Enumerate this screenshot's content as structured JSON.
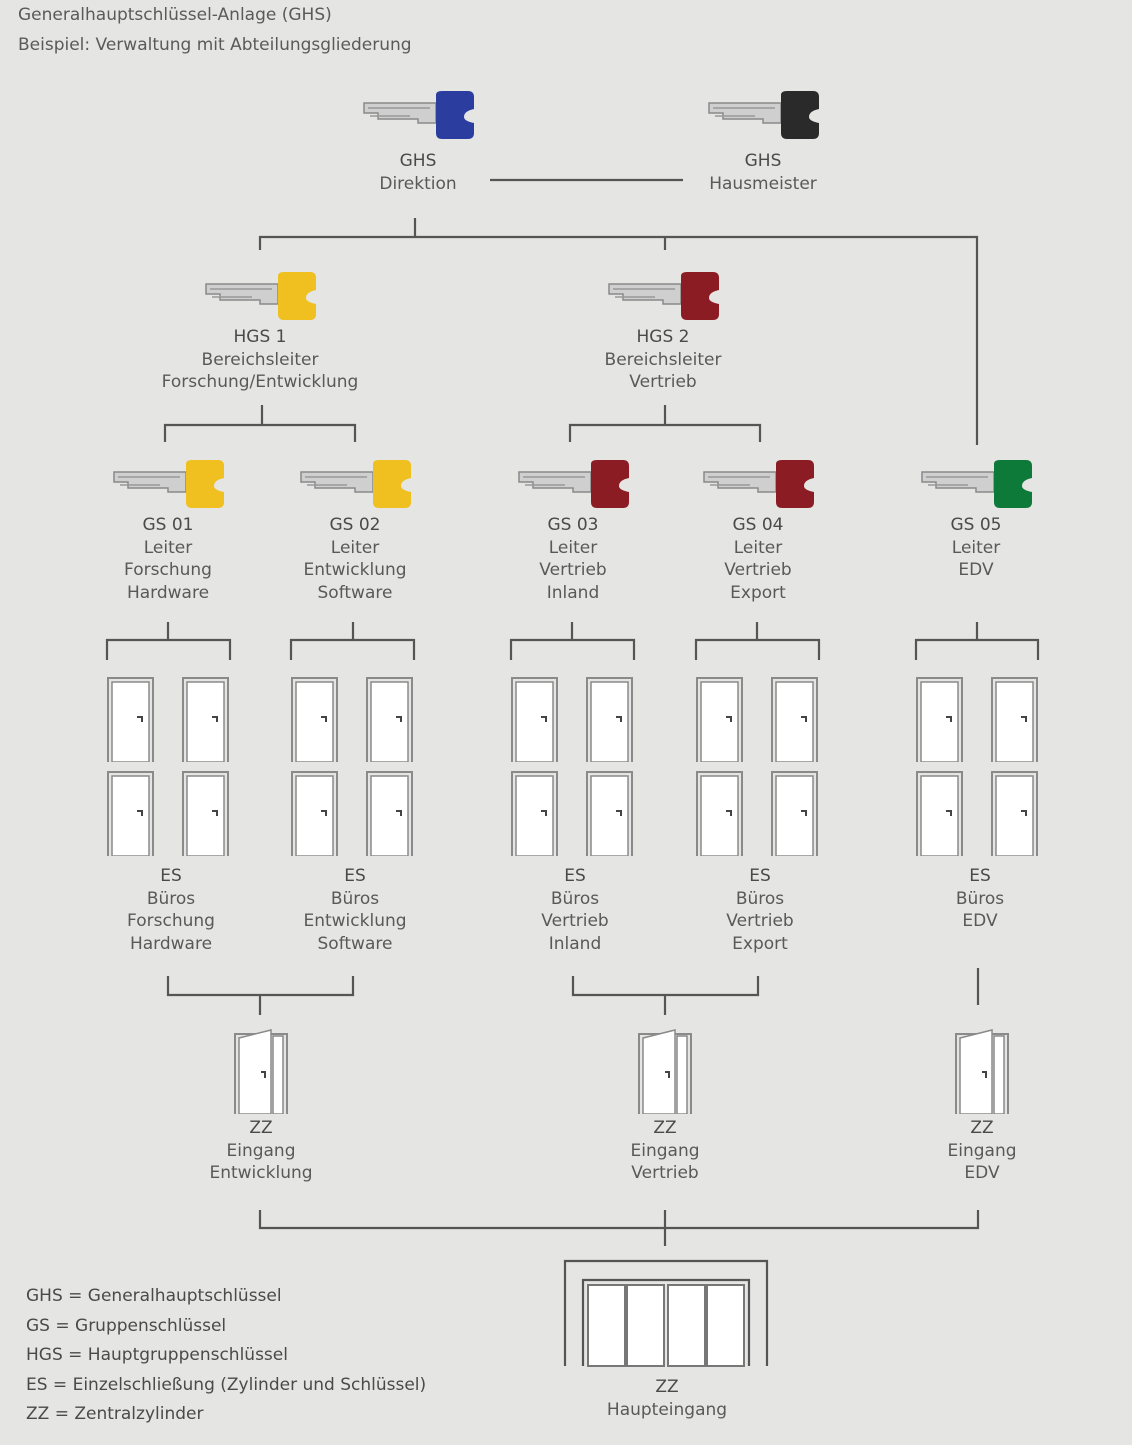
{
  "header": {
    "title": "Generalhauptschlüssel-Anlage (GHS)",
    "subtitle": "Beispiel: Verwaltung mit Abteilungsgliederung"
  },
  "colors": {
    "blue": "#2b3ea0",
    "black": "#2a2a2a",
    "yellow": "#f0c020",
    "red": "#8c1c24",
    "green": "#0d7a3a",
    "line": "#555555"
  },
  "keys": [
    {
      "id": "ghs-direktion",
      "color": "blue",
      "lines": [
        "GHS",
        "Direktion"
      ]
    },
    {
      "id": "ghs-hausmeister",
      "color": "black",
      "lines": [
        "GHS",
        "Hausmeister"
      ]
    },
    {
      "id": "hgs1",
      "color": "yellow",
      "lines": [
        "HGS 1",
        "Bereichsleiter",
        "Forschung/Entwicklung"
      ]
    },
    {
      "id": "hgs2",
      "color": "red",
      "lines": [
        "HGS 2",
        "Bereichsleiter",
        "Vertrieb"
      ]
    },
    {
      "id": "gs01",
      "color": "yellow",
      "lines": [
        "GS 01",
        "Leiter",
        "Forschung",
        "Hardware"
      ]
    },
    {
      "id": "gs02",
      "color": "yellow",
      "lines": [
        "GS 02",
        "Leiter",
        "Entwicklung",
        "Software"
      ]
    },
    {
      "id": "gs03",
      "color": "red",
      "lines": [
        "GS 03",
        "Leiter",
        "Vertrieb",
        "Inland"
      ]
    },
    {
      "id": "gs04",
      "color": "red",
      "lines": [
        "GS 04",
        "Leiter",
        "Vertrieb",
        "Export"
      ]
    },
    {
      "id": "gs05",
      "color": "green",
      "lines": [
        "GS 05",
        "Leiter",
        "EDV"
      ]
    }
  ],
  "offices": [
    {
      "lines": [
        "ES",
        "Büros",
        "Forschung",
        "Hardware"
      ]
    },
    {
      "lines": [
        "ES",
        "Büros",
        "Entwicklung",
        "Software"
      ]
    },
    {
      "lines": [
        "ES",
        "Büros",
        "Vertrieb",
        "Inland"
      ]
    },
    {
      "lines": [
        "ES",
        "Büros",
        "Vertrieb",
        "Export"
      ]
    },
    {
      "lines": [
        "ES",
        "Büros",
        "EDV"
      ]
    }
  ],
  "entrances": [
    {
      "lines": [
        "ZZ",
        "Eingang",
        "Entwicklung"
      ]
    },
    {
      "lines": [
        "ZZ",
        "Eingang",
        "Vertrieb"
      ]
    },
    {
      "lines": [
        "ZZ",
        "Eingang",
        "EDV"
      ]
    }
  ],
  "main_entrance": {
    "lines": [
      "ZZ",
      "Haupteingang"
    ]
  },
  "legend": [
    "GHS = Generalhauptschlüssel",
    "GS = Gruppenschlüssel",
    "HGS = Hauptgruppenschlüssel",
    "ES = Einzelschließung (Zylinder und Schlüssel)",
    "ZZ = Zentralzylinder"
  ]
}
